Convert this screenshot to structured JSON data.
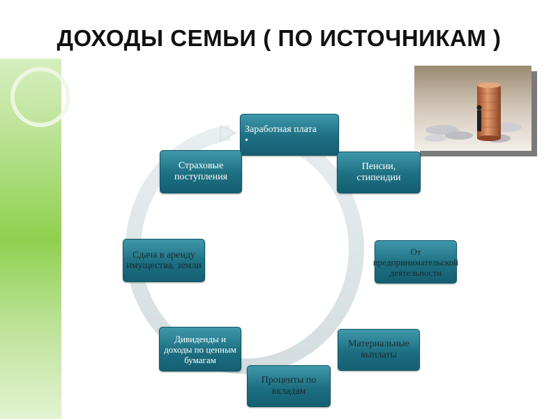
{
  "title": "ДОХОДЫ СЕМЬИ ( ПО ИСТОЧНИКАМ )",
  "cycle_nodes": [
    {
      "id": "salary",
      "label": "Заработная плата\n•"
    },
    {
      "id": "pensions",
      "label": "Пенсии, стипендии"
    },
    {
      "id": "business",
      "label": "От предпринимательской деятельности"
    },
    {
      "id": "material",
      "label": "Материальные выплаты"
    },
    {
      "id": "interest",
      "label": "Проценты по вкладам"
    },
    {
      "id": "dividends",
      "label": "Дивиденды и доходы по ценным бумагам"
    },
    {
      "id": "rent",
      "label": "Сдача в аренду имущества, земли"
    },
    {
      "id": "insurance",
      "label": "Страховые поступления"
    }
  ],
  "colors": {
    "node": "#1d6f82",
    "ring": "#dfe6e8",
    "accent_green": "#8fd04f"
  },
  "photo": {
    "icon": "coins-stack-photo"
  }
}
